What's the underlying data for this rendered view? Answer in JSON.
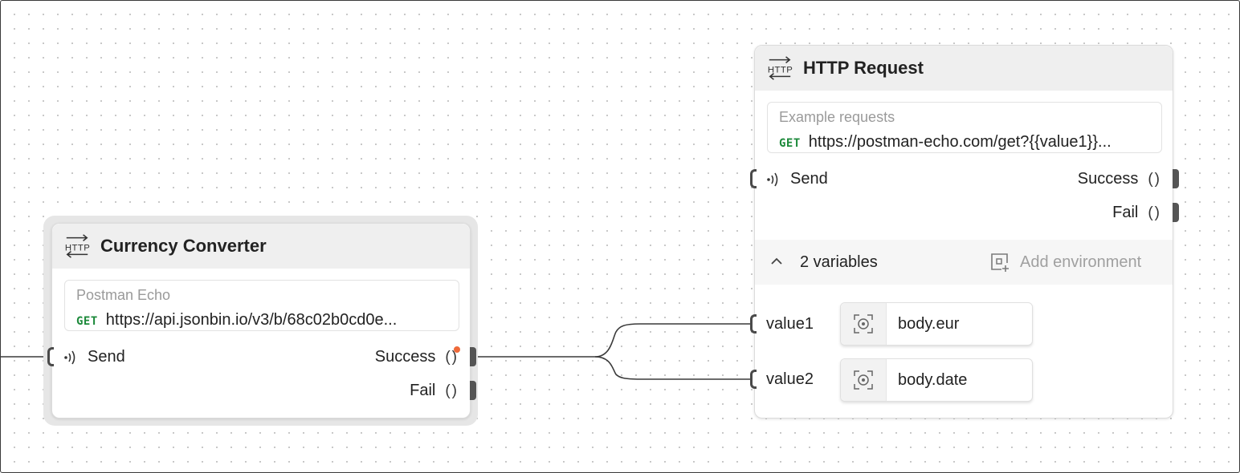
{
  "colors": {
    "method_get": "#1d8a3b",
    "notification_dot": "#ef6a3a",
    "placeholder_text": "#9a9a9a"
  },
  "nodes": {
    "currency_converter": {
      "title": "Currency Converter",
      "icon": "http-icon",
      "selected": true,
      "request": {
        "name": "Postman Echo",
        "method": "GET",
        "url": "https://api.jsonbin.io/v3/b/68c02b0cd0e..."
      },
      "inputs": [
        {
          "label": "Send",
          "icon": "send-signal-icon"
        }
      ],
      "outputs": [
        {
          "label": "Success",
          "params": "()",
          "has_notification": true
        },
        {
          "label": "Fail",
          "params": "()"
        }
      ]
    },
    "http_request": {
      "title": "HTTP Request",
      "icon": "http-icon",
      "request": {
        "name": "Example requests",
        "method": "GET",
        "url": "https://postman-echo.com/get?{{value1}}..."
      },
      "inputs": [
        {
          "label": "Send",
          "icon": "send-signal-icon"
        }
      ],
      "outputs": [
        {
          "label": "Success",
          "params": "()"
        },
        {
          "label": "Fail",
          "params": "()"
        }
      ],
      "variables": {
        "summary": "2 variables",
        "expanded": true,
        "add_environment_label": "Add environment",
        "items": [
          {
            "name": "value1",
            "value": "body.eur",
            "icon": "target-icon"
          },
          {
            "name": "value2",
            "value": "body.date",
            "icon": "target-icon"
          }
        ]
      }
    }
  }
}
